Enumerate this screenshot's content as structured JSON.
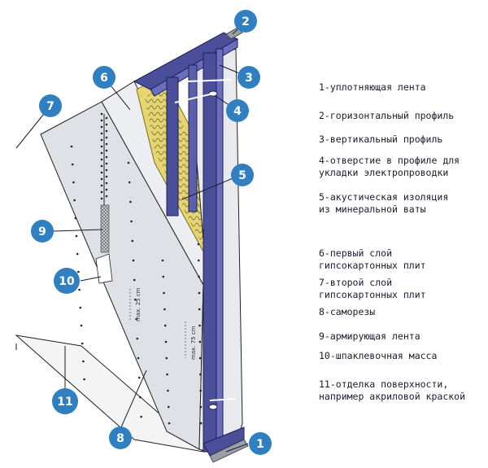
{
  "legend": [
    {
      "number": "1",
      "text": "1-уплотняющая лента"
    },
    {
      "number": "2",
      "text": "2-горизонтальный профиль"
    },
    {
      "number": "3",
      "text": "3-вертикальный профиль"
    },
    {
      "number": "4",
      "text": "4-отверстие в профиле для\nукладки электропроводки"
    },
    {
      "number": "5",
      "text": "5-акустическая изоляция\nиз минеральной ваты"
    },
    {
      "number": "6",
      "text": "6-первый слой\nгипсокартонных плит"
    },
    {
      "number": "7",
      "text": "7-второй слой\nгипсокартонных плит"
    },
    {
      "number": "8",
      "text": "8-саморезы"
    },
    {
      "number": "9",
      "text": "9-армирующая лента"
    },
    {
      "number": "10",
      "text": "10-шпаклевочная масса"
    },
    {
      "number": "11",
      "text": "11-отделка поверхности,\nнапример акриловой краской"
    }
  ],
  "dimensions": {
    "screw_spacing_first": "max. 25 cm",
    "screw_spacing_second": "max. 75 cm"
  },
  "colors": {
    "callout": "#2f7fc1",
    "profile": "#4b4f9a",
    "board": "#e4e6ea",
    "insulation": "#e9d97a"
  }
}
